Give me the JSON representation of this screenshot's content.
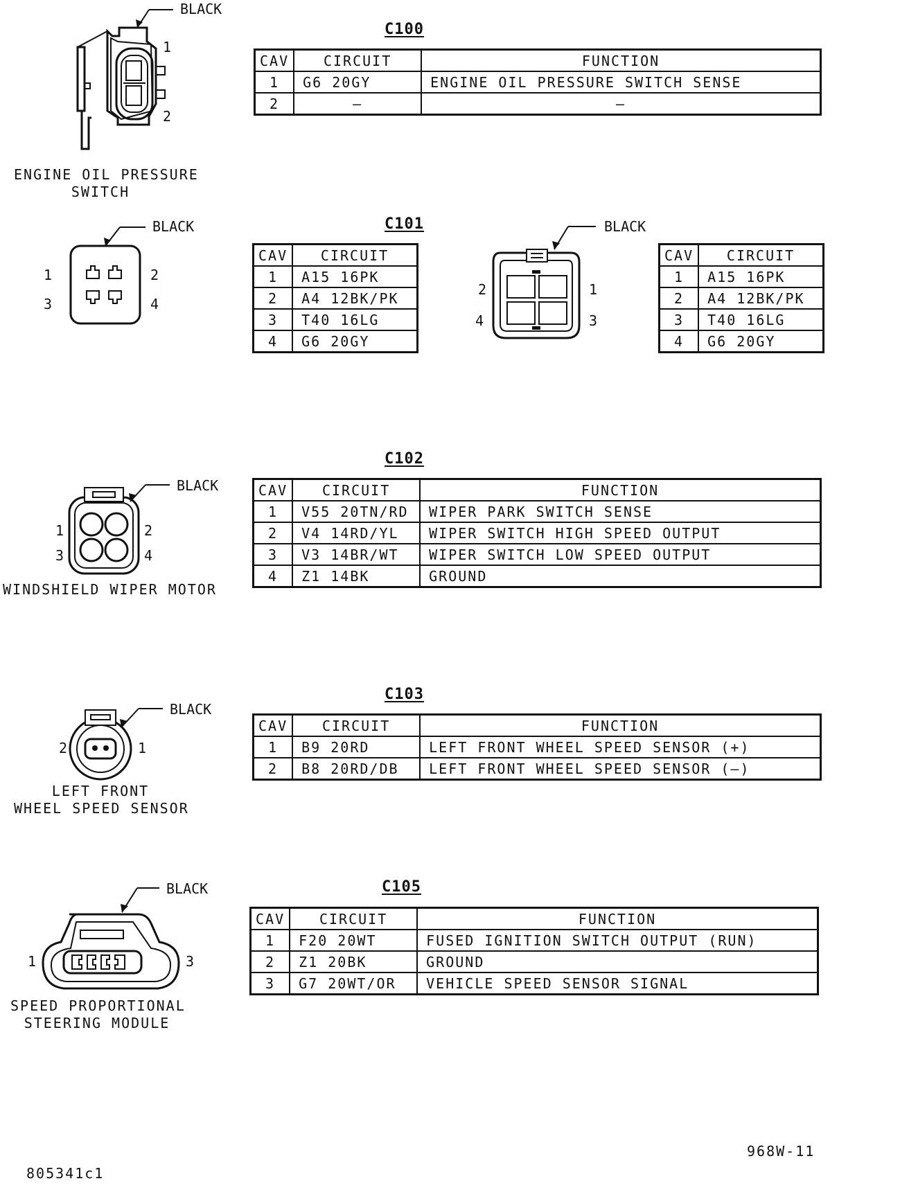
{
  "connectors": [
    {
      "id": "C100",
      "black_label": "BLACK",
      "caption": [
        "ENGINE OIL PRESSURE",
        "SWITCH"
      ],
      "pins": [
        "1",
        "2"
      ],
      "headers": [
        "CAV",
        "CIRCUIT",
        "FUNCTION"
      ],
      "rows": [
        {
          "cav": "1",
          "circuit": "G6 20GY",
          "function": "ENGINE OIL PRESSURE SWITCH SENSE"
        },
        {
          "cav": "2",
          "circuit": "–",
          "function": "–"
        }
      ]
    },
    {
      "id": "C101",
      "black_label": "BLACK",
      "black_label_2": "BLACK",
      "pins": [
        "1",
        "2",
        "3",
        "4"
      ],
      "headers": [
        "CAV",
        "CIRCUIT"
      ],
      "rows": [
        {
          "cav": "1",
          "circuit": "A15 16PK"
        },
        {
          "cav": "2",
          "circuit": "A4 12BK/PK"
        },
        {
          "cav": "3",
          "circuit": "T40 16LG"
        },
        {
          "cav": "4",
          "circuit": "G6 20GY"
        }
      ],
      "rows_2": [
        {
          "cav": "1",
          "circuit": "A15 16PK"
        },
        {
          "cav": "2",
          "circuit": "A4 12BK/PK"
        },
        {
          "cav": "3",
          "circuit": "T40 16LG"
        },
        {
          "cav": "4",
          "circuit": "G6 20GY"
        }
      ]
    },
    {
      "id": "C102",
      "black_label": "BLACK",
      "caption": [
        "WINDSHIELD WIPER MOTOR"
      ],
      "pins": [
        "1",
        "2",
        "3",
        "4"
      ],
      "headers": [
        "CAV",
        "CIRCUIT",
        "FUNCTION"
      ],
      "rows": [
        {
          "cav": "1",
          "circuit": "V55 20TN/RD",
          "function": "WIPER PARK SWITCH SENSE"
        },
        {
          "cav": "2",
          "circuit": "V4 14RD/YL",
          "function": "WIPER SWITCH HIGH SPEED OUTPUT"
        },
        {
          "cav": "3",
          "circuit": "V3 14BR/WT",
          "function": "WIPER SWITCH LOW SPEED OUTPUT"
        },
        {
          "cav": "4",
          "circuit": "Z1 14BK",
          "function": "GROUND"
        }
      ]
    },
    {
      "id": "C103",
      "black_label": "BLACK",
      "caption": [
        "LEFT FRONT",
        "WHEEL SPEED SENSOR"
      ],
      "pins": [
        "1",
        "2"
      ],
      "headers": [
        "CAV",
        "CIRCUIT",
        "FUNCTION"
      ],
      "rows": [
        {
          "cav": "1",
          "circuit": "B9 20RD",
          "function": "LEFT FRONT WHEEL SPEED SENSOR (+)"
        },
        {
          "cav": "2",
          "circuit": "B8 20RD/DB",
          "function": "LEFT FRONT WHEEL SPEED SENSOR (–)"
        }
      ]
    },
    {
      "id": "C105",
      "black_label": "BLACK",
      "caption": [
        "SPEED PROPORTIONAL",
        "STEERING MODULE"
      ],
      "pins": [
        "1",
        "3"
      ],
      "headers": [
        "CAV",
        "CIRCUIT",
        "FUNCTION"
      ],
      "rows": [
        {
          "cav": "1",
          "circuit": "F20 20WT",
          "function": "FUSED IGNITION SWITCH OUTPUT (RUN)"
        },
        {
          "cav": "2",
          "circuit": "Z1 20BK",
          "function": "GROUND"
        },
        {
          "cav": "3",
          "circuit": "G7 20WT/OR",
          "function": "VEHICLE SPEED SENSOR SIGNAL"
        }
      ]
    }
  ],
  "footer": {
    "left": "805341c1",
    "right": "968W-11"
  }
}
